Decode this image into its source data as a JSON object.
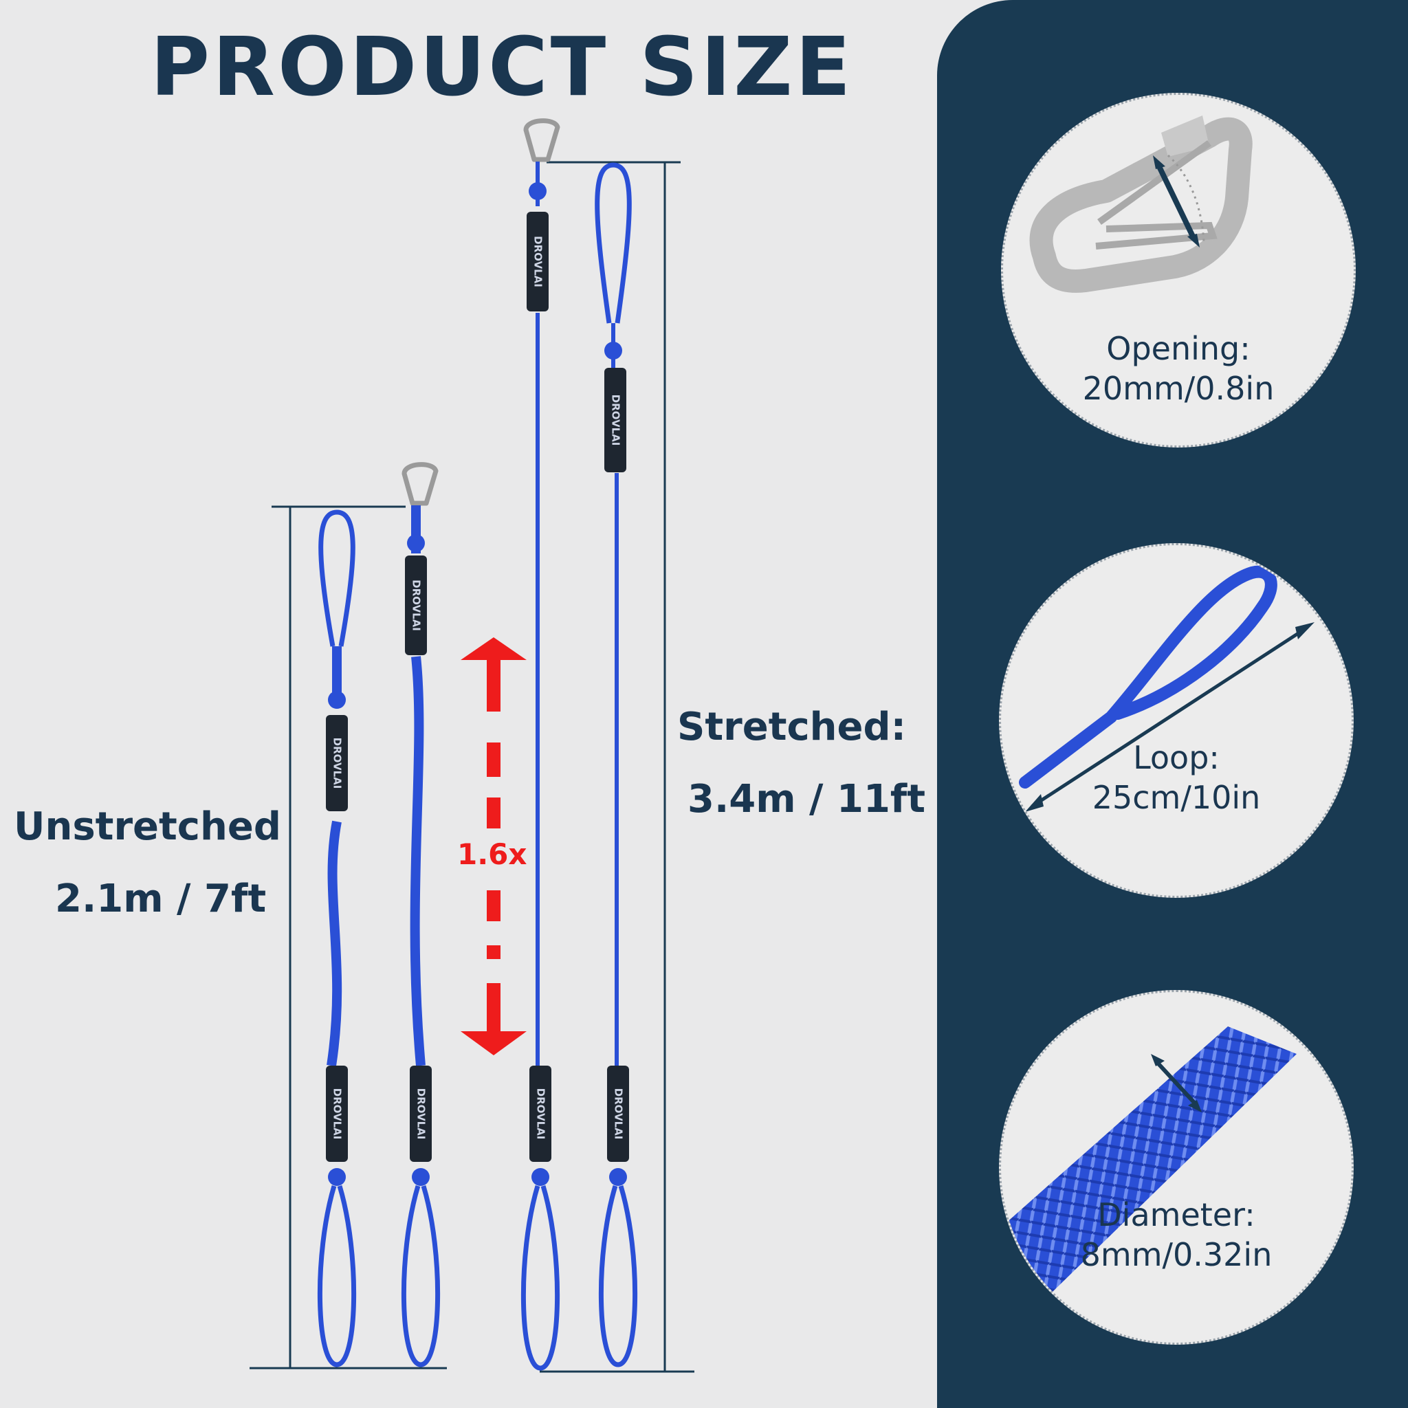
{
  "title": "PRODUCT SIZE",
  "unstretched": {
    "label": "Unstretched",
    "value": "2.1m / 7ft"
  },
  "stretched": {
    "label": "Stretched:",
    "value": "3.4m / 11ft"
  },
  "ratio": "1.6x",
  "brand": "DROVLAI",
  "details": [
    {
      "name": "Opening:",
      "value": "20mm/0.8in"
    },
    {
      "name": "Loop:",
      "value": "25cm/10in"
    },
    {
      "name": "Diameter:",
      "value": "8mm/0.32in"
    }
  ],
  "colors": {
    "navy": "#193a52",
    "rope": "#2a4fd6",
    "arrow": "#ee1c1c",
    "background": "#e9e9ea"
  }
}
